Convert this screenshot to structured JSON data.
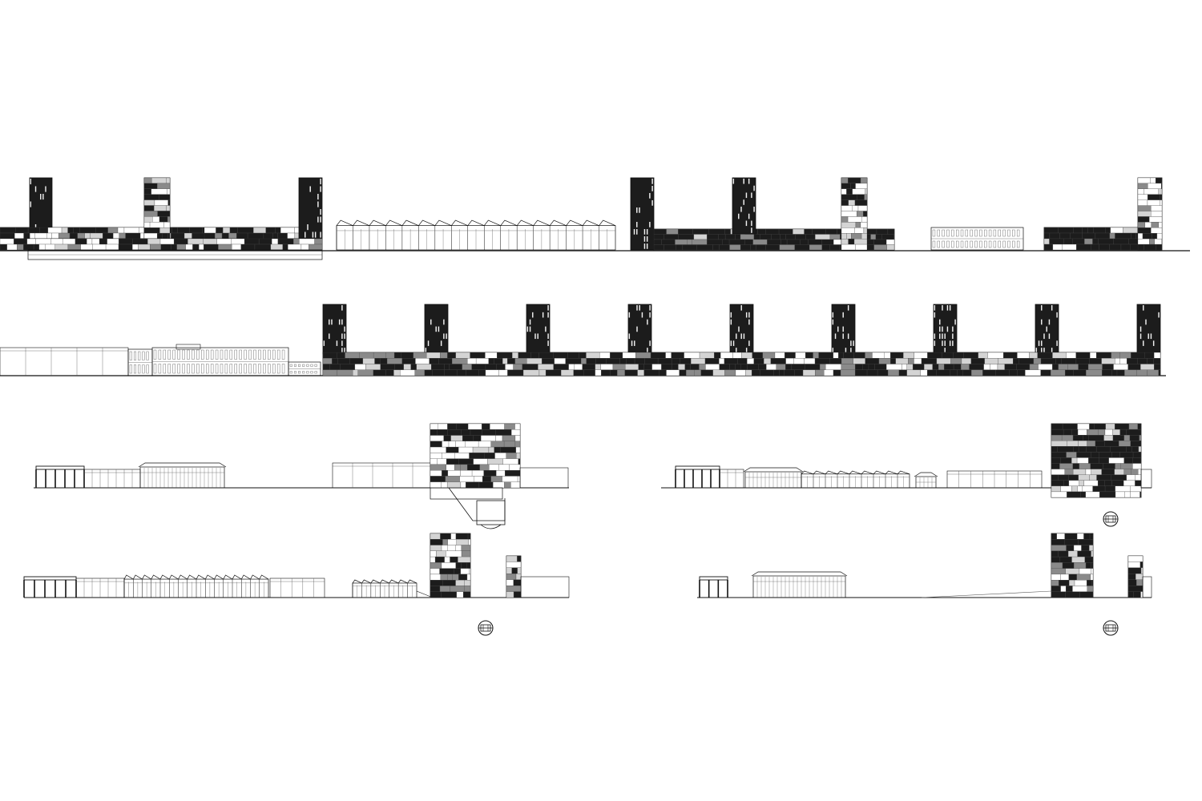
{
  "sheet": {
    "drawing_type": "architectural elevations and sections",
    "text_labels": []
  },
  "rows": [
    {
      "id": "elevation-row-1",
      "kind": "elevation"
    },
    {
      "id": "elevation-row-2",
      "kind": "elevation"
    },
    {
      "id": "section-row-3",
      "kind": "section"
    },
    {
      "id": "section-row-4",
      "kind": "section"
    }
  ],
  "colors": {
    "ink": "#111111",
    "dark_panel": "#1c1c1c",
    "mid_panel": "#8a8a8a",
    "light_panel": "#d4d4d4",
    "paper": "#ffffff"
  },
  "icons": [
    "metro-station-symbol"
  ]
}
